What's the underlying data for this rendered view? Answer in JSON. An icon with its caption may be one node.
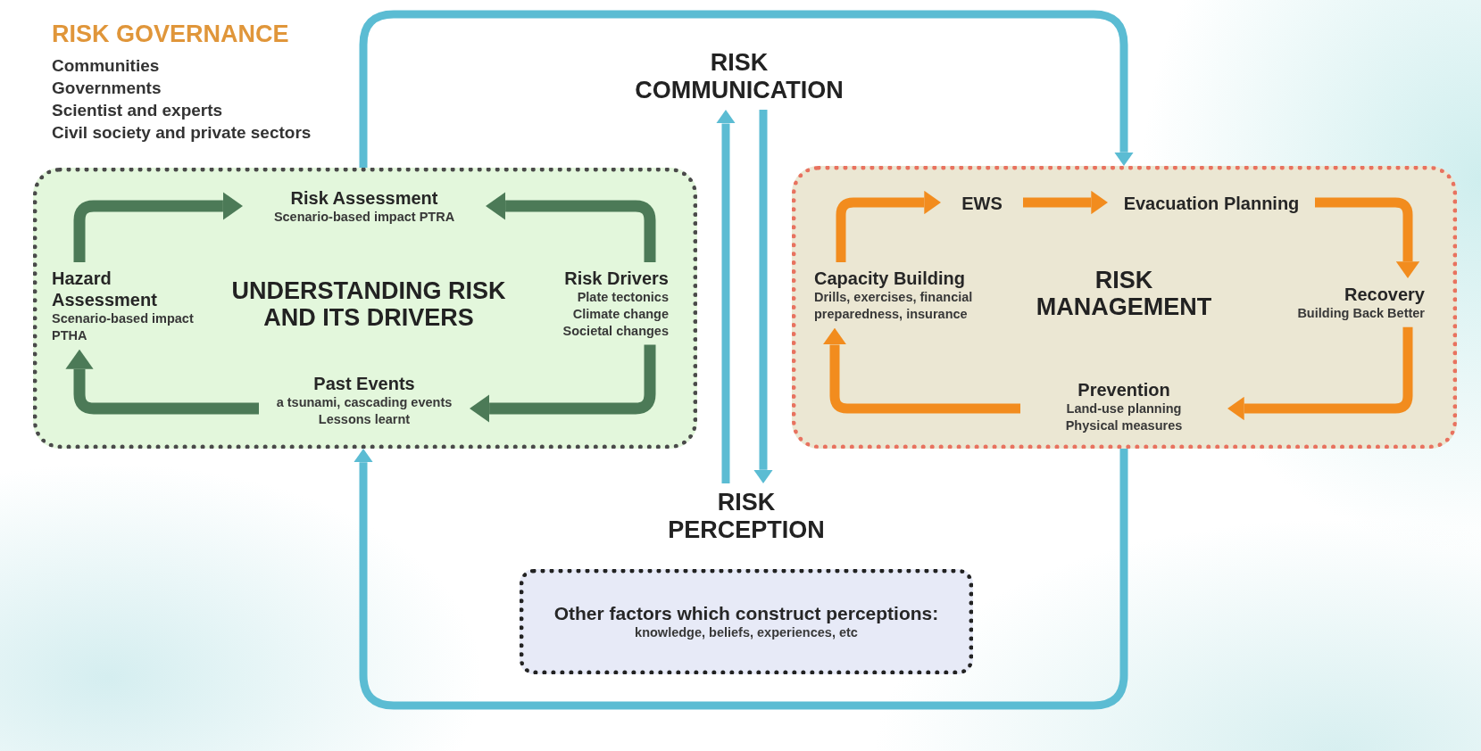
{
  "diagram": {
    "nodes": [
      {
        "text": [
          "UNDERSTANDING RISK AND ITS DRIVERS"
        ]
      },
      {
        "text": [
          "Risk Assessment",
          "Scenario-based impact PTRA"
        ],
        "in": 0
      },
      {
        "text": [
          "Hazard Assessment",
          "Scenario-based impact PTHA"
        ],
        "in": 0
      },
      {
        "text": [
          "Risk Drivers",
          "Plate tectonics",
          "Climate change",
          "Societal changes"
        ],
        "in": 0
      },
      {
        "text": [
          "Past Events",
          "a tsunami, cascading events",
          "Lessons learnt"
        ],
        "in": 0
      },
      {
        "text": [
          "RISK COMMUNICATION"
        ]
      },
      {
        "text": [
          "RISK MANAGEMENT"
        ]
      },
      {
        "text": [
          "EWS"
        ],
        "in": 6
      },
      {
        "text": [
          "Evacuation Planning"
        ],
        "in": 6
      },
      {
        "text": [
          "Capacity Building",
          "Drills, exercises, financial preparedness, insurance"
        ],
        "in": 6
      },
      {
        "text": [
          "Recovery",
          "Building Back Better"
        ],
        "in": 6
      },
      {
        "text": [
          "Prevention",
          "Land-use planning",
          "Physical measures"
        ],
        "in": 6
      },
      {
        "text": [
          "RISK PERCEPTION"
        ]
      },
      {
        "text": [
          "Other factors which construct perceptions:",
          "knowledge, beliefs, experiences, etc"
        ]
      }
    ],
    "edges": [
      {
        "from": 2,
        "to": 1,
        "arrow": "to",
        "color": "#4c7a57"
      },
      {
        "from": 3,
        "to": 1,
        "arrow": "to",
        "color": "#4c7a57"
      },
      {
        "from": 3,
        "to": 4,
        "arrow": "to",
        "color": "#4c7a57"
      },
      {
        "from": 4,
        "to": 2,
        "arrow": "to",
        "color": "#4c7a57"
      },
      {
        "from": 9,
        "to": 7,
        "arrow": "to",
        "color": "#f28c1e"
      },
      {
        "from": 7,
        "to": 8,
        "arrow": "to",
        "color": "#f28c1e"
      },
      {
        "from": 8,
        "to": 10,
        "arrow": "to",
        "color": "#f28c1e"
      },
      {
        "from": 10,
        "to": 11,
        "arrow": "to",
        "color": "#f28c1e"
      },
      {
        "from": 11,
        "to": 9,
        "arrow": "to",
        "color": "#f28c1e"
      },
      {
        "from": 0,
        "to": 6,
        "arrow": "to",
        "color": "#5bbcd3"
      },
      {
        "from": 6,
        "to": 0,
        "arrow": "to",
        "color": "#5bbcd3"
      },
      {
        "from": 12,
        "to": 5,
        "arrow": "to",
        "color": "#5bbcd3"
      },
      {
        "from": 5,
        "to": 12,
        "arrow": "to",
        "color": "#5bbcd3"
      }
    ],
    "labels": [
      "RISK GOVERNANCE",
      "Communities",
      "Governments",
      "Scientist and experts",
      "Civil society and private sectors"
    ]
  }
}
